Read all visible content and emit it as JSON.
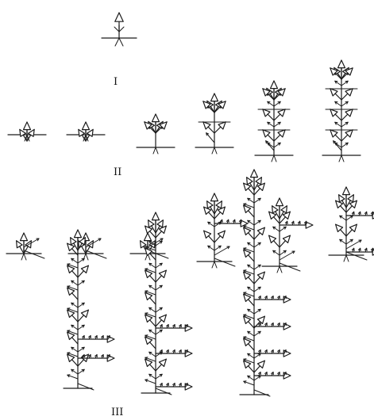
{
  "figure": {
    "labels": {
      "group_1": "I",
      "group_2": "II",
      "group_3": "III"
    }
  },
  "colors": {
    "ink": "#1a1a1a",
    "background": "#ffffff"
  }
}
